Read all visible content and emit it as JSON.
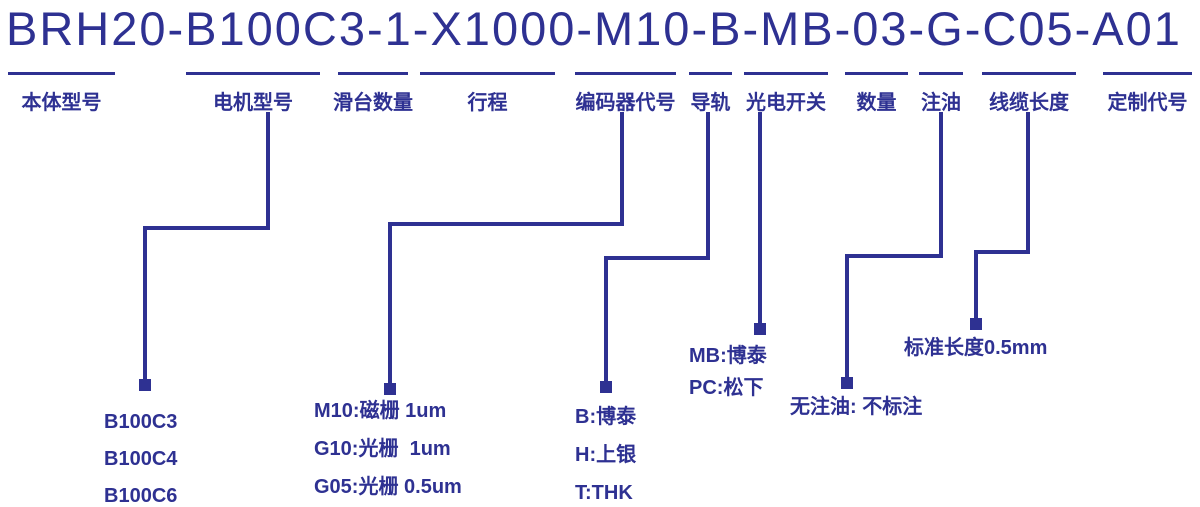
{
  "page": {
    "background": "#ffffff",
    "accent": "#2e3192"
  },
  "title": "BRH20-B100C3-1-X1000-M10-B-MB-03-G-C05-A01",
  "segments": [
    {
      "label": "本体型号",
      "code": "BRH20"
    },
    {
      "label": "电机型号",
      "code": "B100C3"
    },
    {
      "label": "滑台数量",
      "code": "1"
    },
    {
      "label": "行程",
      "code": "X1000"
    },
    {
      "label": "编码器代号",
      "code": "M10"
    },
    {
      "label": "导轨",
      "code": "B"
    },
    {
      "label": "光电开关",
      "code": "MB"
    },
    {
      "label": "数量",
      "code": "03"
    },
    {
      "label": "注油",
      "code": "G"
    },
    {
      "label": "线缆长度",
      "code": "C05"
    },
    {
      "label": "定制代号",
      "code": "A01"
    }
  ],
  "options": {
    "motor": [
      "B100C3",
      "B100C4",
      "B100C6"
    ],
    "encoder": [
      "M10:磁栅 1um",
      "G10:光栅  1um",
      "G05:光栅 0.5um"
    ],
    "rail": [
      "B:博泰",
      "H:上银",
      "T:THK"
    ],
    "switch": [
      "MB:博泰",
      "PC:松下"
    ],
    "oil": [
      "无注油: 不标注"
    ],
    "cable": [
      "标准长度0.5mm"
    ]
  }
}
